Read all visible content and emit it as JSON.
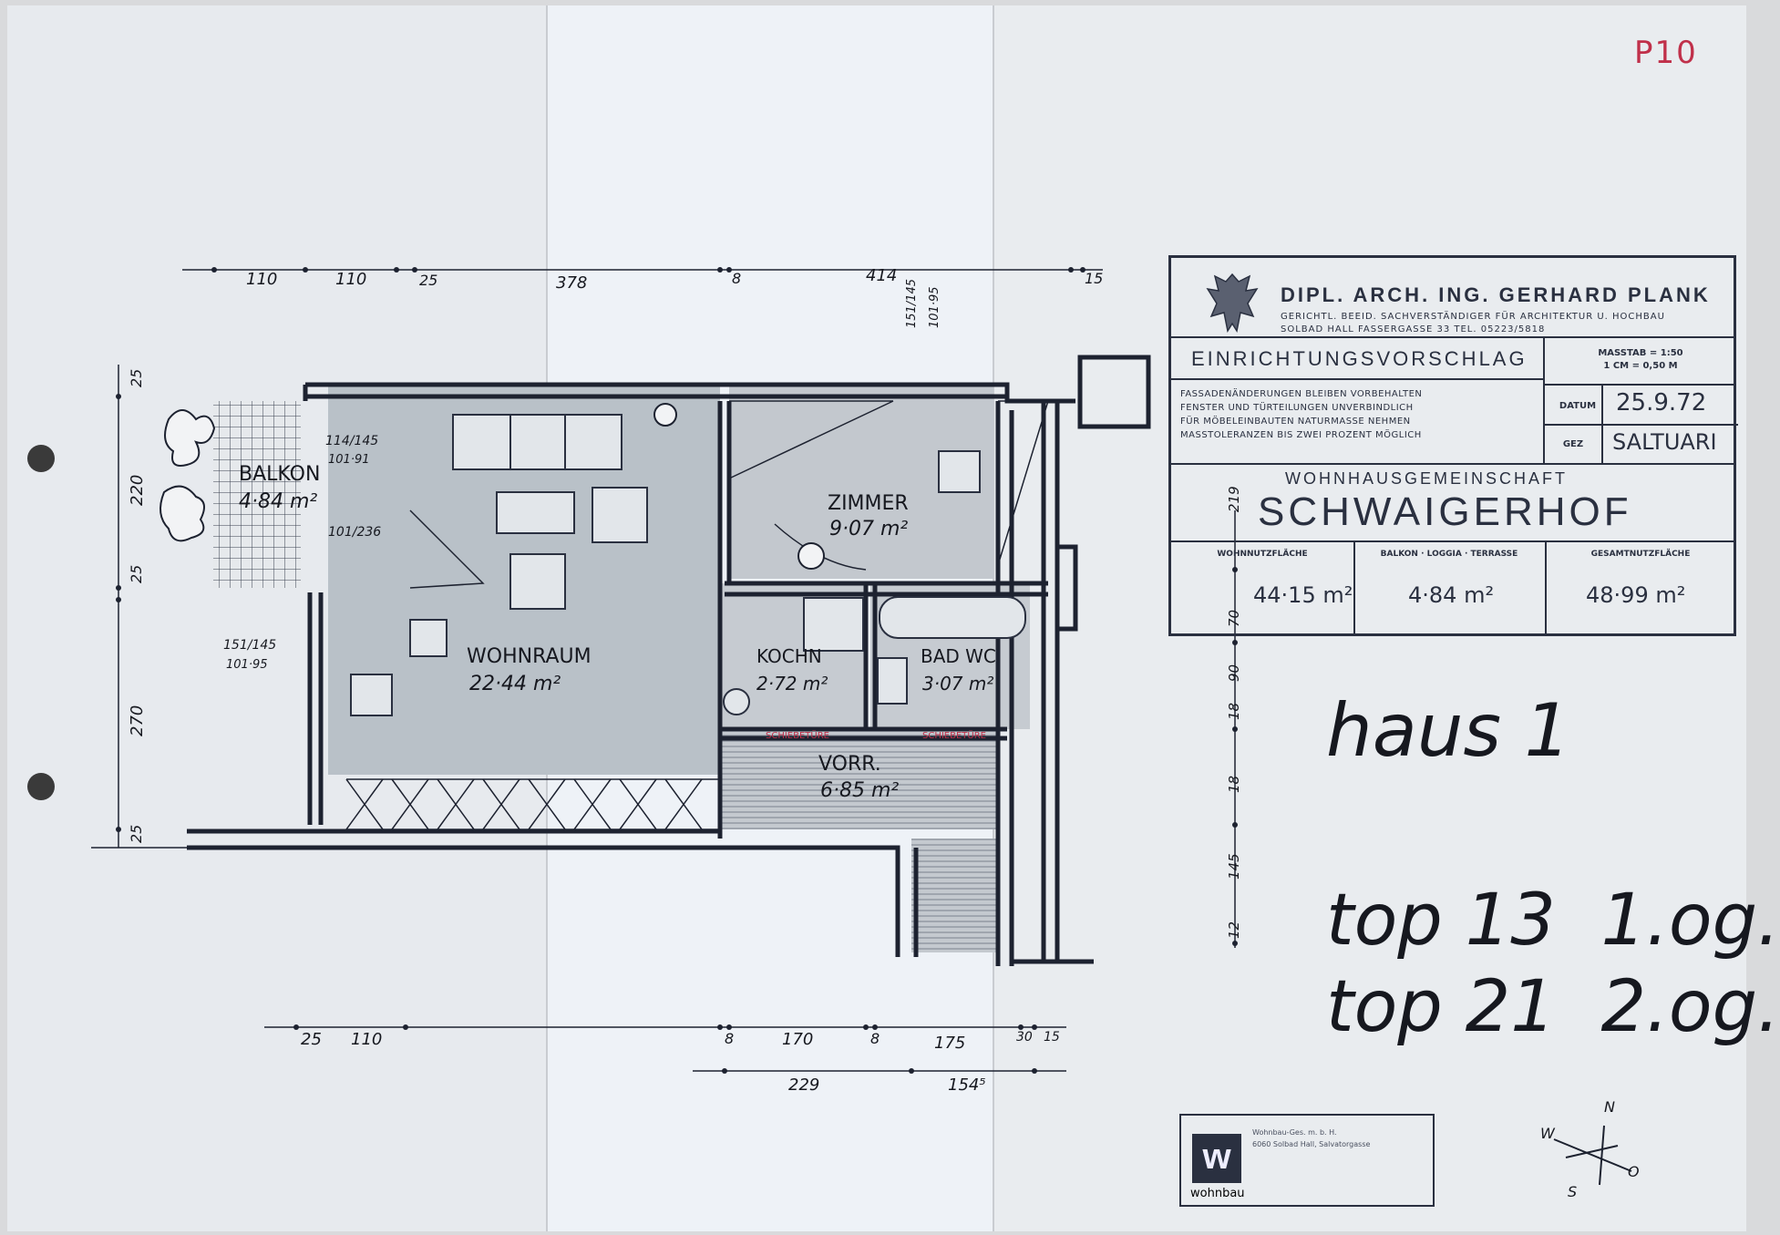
{
  "sheet_id": "P10",
  "title_block": {
    "architect": "DIPL. ARCH. ING. GERHARD PLANK",
    "architect_sub_1": "GERICHTL. BEEID. SACHVERSTÄNDIGER FÜR ARCHITEKTUR U. HOCHBAU",
    "architect_sub_2": "SOLBAD HALL   FASSERGASSE 33   TEL. 05223/5818",
    "drawing_type": "EINRICHTUNGSVORSCHLAG",
    "scale_1": "MASSTAB = 1:50",
    "scale_2": "1 CM = 0,50 M",
    "notes": [
      "FASSADENÄNDERUNGEN BLEIBEN VORBEHALTEN",
      "FENSTER UND TÜRTEILUNGEN UNVERBINDLICH",
      "FÜR MÖBELEINBAUTEN NATURMASSE NEHMEN",
      "MASSTOLERANZEN BIS ZWEI PROZENT MÖGLICH"
    ],
    "date_label": "DATUM",
    "date_value": "25.9.72",
    "drawn_label": "GEZ",
    "drawn_value": "SALTUARI",
    "community_label": "WOHNHAUSGEMEINSCHAFT",
    "project_name": "SCHWAIGERHOF",
    "area_headers": [
      "WOHNNUTZFLÄCHE",
      "BALKON · LOGGIA · TERRASSE",
      "GESAMTNUTZFLÄCHE"
    ],
    "area_values": [
      "44·15 m²",
      "4·84 m²",
      "48·99 m²"
    ]
  },
  "house_label": "haus 1",
  "unit_lines": [
    "top 13  1.og.",
    "top 21  2.og."
  ],
  "rooms": [
    {
      "name": "BALKON",
      "area": "4·84 m²"
    },
    {
      "name": "WOHNRAUM",
      "area": "22·44 m²"
    },
    {
      "name": "ZIMMER",
      "area": "9·07 m²"
    },
    {
      "name": "KOCHN",
      "area": "2·72 m²"
    },
    {
      "name": "BAD WC",
      "area": "3·07 m²"
    },
    {
      "name": "VORR.",
      "area": "6·85 m²"
    }
  ],
  "door_notes": [
    "SCHIEBETÜRE",
    "SCHIEBETÜRE"
  ],
  "window_labels": [
    "114/145",
    "101·91",
    "101/236",
    "151/145",
    "101·95",
    "151/145",
    "101·95"
  ],
  "dims_top": [
    "110",
    "110",
    "25",
    "378",
    "8",
    "414",
    "15"
  ],
  "dims_bottom_1": [
    "25",
    "110",
    "8",
    "170",
    "8",
    "175",
    "30",
    "15"
  ],
  "dims_bottom_2": [
    "229",
    "154⁵"
  ],
  "dims_left": [
    "25",
    "220",
    "25",
    "270",
    "25"
  ],
  "dims_right": [
    "219",
    "70",
    "90",
    "18",
    "18",
    "145",
    "12"
  ],
  "compass": {
    "n": "N",
    "s": "S",
    "w": "W",
    "o": "O"
  },
  "logo": {
    "name": "wohnbau",
    "line1": "Wohnbau-Ges. m. b. H.",
    "line2": "6060 Solbad Hall, Salvatorgasse"
  },
  "colors": {
    "paper": "#eceef1",
    "ink": "#1d2230",
    "red_ink": "#c0304a",
    "fill": "#b9c1c8"
  }
}
